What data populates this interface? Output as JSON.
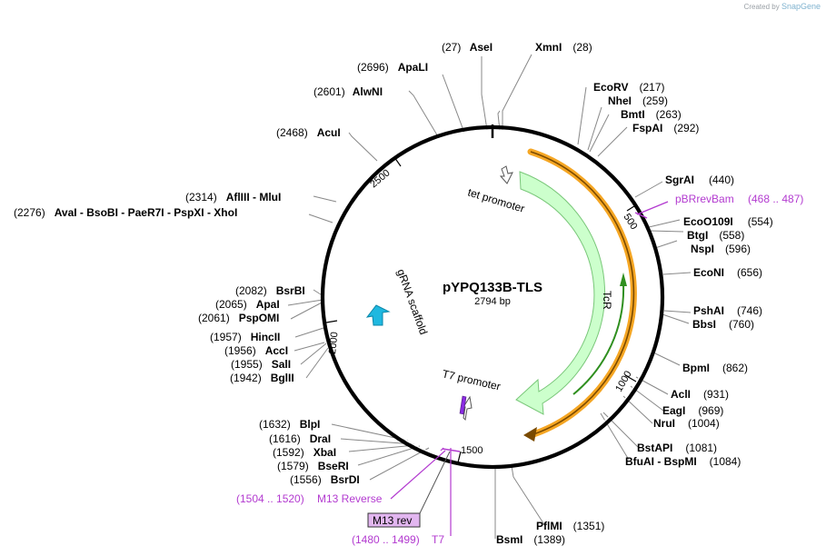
{
  "credit": {
    "prefix": "Created by",
    "brand": "SnapGene"
  },
  "plasmid": {
    "name": "pYPQ133B-TLS",
    "length_label": "2794 bp"
  },
  "ticks": [
    "500",
    "1000",
    "1500",
    "2000",
    "2500"
  ],
  "features": {
    "tcr": "TcR",
    "tet_promoter": "tet promoter",
    "t7_promoter": "T7 promoter",
    "grna_scaffold": "gRNA scaffold"
  },
  "primers": {
    "pbrrevbam": {
      "name": "pBRrevBam",
      "range": "(468 .. 487)"
    },
    "m13_reverse": {
      "name": "M13 Reverse",
      "range": "(1504 .. 1520)"
    },
    "t7": {
      "name": "T7",
      "range": "(1480 .. 1499)"
    },
    "m13_rev_box": "M13 rev"
  },
  "sites": {
    "asei": {
      "pos": "(27)",
      "name": "AseI"
    },
    "xmni": {
      "name": "XmnI",
      "pos": "(28)"
    },
    "apali": {
      "pos": "(2696)",
      "name": "ApaLI"
    },
    "alwni": {
      "pos": "(2601)",
      "name": "AlwNI"
    },
    "acui": {
      "pos": "(2468)",
      "name": "AcuI"
    },
    "ecorv": {
      "name": "EcoRV",
      "pos": "(217)"
    },
    "nhei": {
      "name": "NheI",
      "pos": "(259)"
    },
    "bmti": {
      "name": "BmtI",
      "pos": "(263)"
    },
    "fspai": {
      "name": "FspAI",
      "pos": "(292)"
    },
    "sgrai": {
      "name": "SgrAI",
      "pos": "(440)"
    },
    "afliii": {
      "pos": "(2314)",
      "names": "AflIII  - MluI"
    },
    "avai": {
      "pos": "(2276)",
      "names": "AvaI  - BsoBI  - PaeR7I  - PspXI  - XhoI"
    },
    "eco0109i": {
      "name": "EcoO109I",
      "pos": "(554)"
    },
    "btgi": {
      "name": "BtgI",
      "pos": "(558)"
    },
    "nspi": {
      "name": "NspI",
      "pos": "(596)"
    },
    "econi": {
      "name": "EcoNI",
      "pos": "(656)"
    },
    "pshai": {
      "name": "PshAI",
      "pos": "(746)"
    },
    "bbsi": {
      "name": "BbsI",
      "pos": "(760)"
    },
    "bsrbi": {
      "pos": "(2082)",
      "name": "BsrBI"
    },
    "apai": {
      "pos": "(2065)",
      "name": "ApaI"
    },
    "pspomi": {
      "pos": "(2061)",
      "name": "PspOMI"
    },
    "bpmi": {
      "name": "BpmI",
      "pos": "(862)"
    },
    "hincii": {
      "pos": "(1957)",
      "name": "HincII"
    },
    "acci": {
      "pos": "(1956)",
      "name": "AccI"
    },
    "sali": {
      "pos": "(1955)",
      "name": "SalI"
    },
    "bglii": {
      "pos": "(1942)",
      "name": "BglII"
    },
    "acli": {
      "name": "AclI",
      "pos": "(931)"
    },
    "eagi": {
      "name": "EagI",
      "pos": "(969)"
    },
    "nrui": {
      "name": "NruI",
      "pos": "(1004)"
    },
    "bstapi": {
      "name": "BstAPI",
      "pos": "(1081)"
    },
    "bfuai": {
      "names": "BfuAI  - BspMI",
      "pos": "(1084)"
    },
    "blpi": {
      "pos": "(1632)",
      "name": "BlpI"
    },
    "drai": {
      "pos": "(1616)",
      "name": "DraI"
    },
    "xbai": {
      "pos": "(1592)",
      "name": "XbaI"
    },
    "bseri": {
      "pos": "(1579)",
      "name": "BseRI"
    },
    "bsrdi": {
      "pos": "(1556)",
      "name": "BsrDI"
    },
    "pflmi": {
      "name": "PflMI",
      "pos": "(1351)"
    },
    "bsmi": {
      "name": "BsmI",
      "pos": "(1389)"
    }
  },
  "colors": {
    "backbone": "#000000",
    "tcr_fill": "#ccffcc",
    "tcr_stroke": "#79c779",
    "orf_orange": "#f5a623",
    "orf_green": "#2f8f1f",
    "grna": "#1fb8e0",
    "primer": "#b33bd0",
    "site_line": "#888888"
  }
}
